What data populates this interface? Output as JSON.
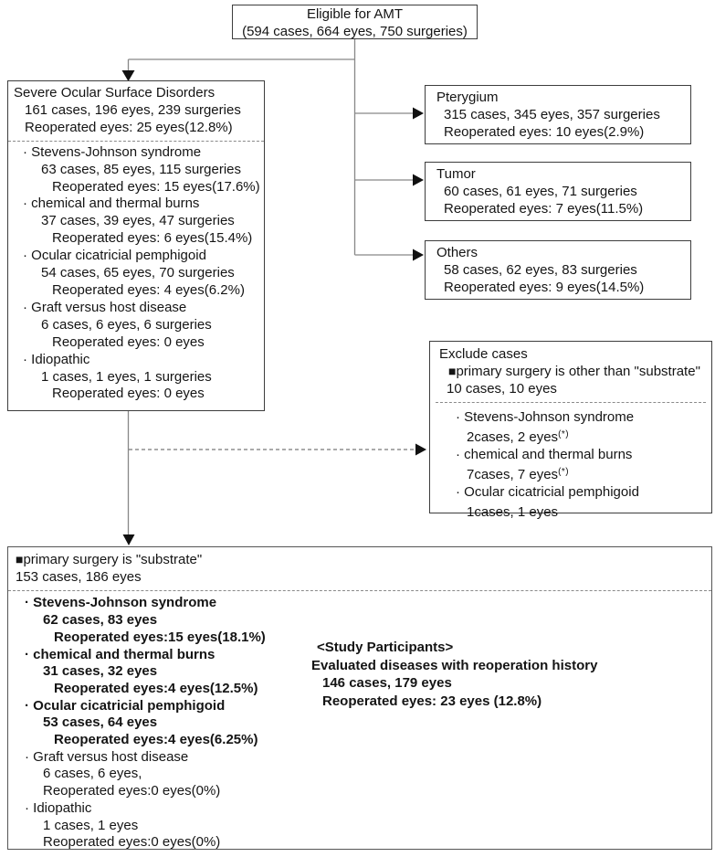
{
  "glyphs": {
    "bullet": "·",
    "square": "■"
  },
  "colors": {
    "box_border": "#3d3d3d",
    "connector": "#888888",
    "arrow": "#111111",
    "text": "#141414"
  },
  "top_box": {
    "title": "Eligible for AMT",
    "subtitle": "(594 cases, 664 eyes, 750 surgeries)"
  },
  "left_box": {
    "title": "Severe Ocular Surface Disorders",
    "stats": "161 cases, 196 eyes, 239 surgeries",
    "reop": "Reoperated eyes: 25 eyes(12.8%)",
    "items": [
      {
        "name": "Stevens-Johnson syndrome",
        "stats": "63 cases, 85 eyes, 115 surgeries",
        "reop": "Reoperated eyes: 15 eyes(17.6%)"
      },
      {
        "name": "chemical and thermal burns",
        "stats": "37 cases, 39 eyes, 47 surgeries",
        "reop": "Reoperated eyes: 6 eyes(15.4%)"
      },
      {
        "name": "Ocular cicatricial pemphigoid",
        "stats": "54 cases, 65 eyes, 70 surgeries",
        "reop": "Reoperated eyes: 4 eyes(6.2%)"
      },
      {
        "name": "Graft versus host disease",
        "stats": "6 cases, 6 eyes, 6 surgeries",
        "reop": "Reoperated eyes: 0 eyes"
      },
      {
        "name": "Idiopathic",
        "stats": "1 cases, 1 eyes, 1 surgeries",
        "reop": "Reoperated eyes: 0 eyes"
      }
    ]
  },
  "right_boxes": [
    {
      "title": "Pterygium",
      "stats": "315 cases, 345 eyes, 357 surgeries",
      "reop": "Reoperated eyes: 10 eyes(2.9%)"
    },
    {
      "title": "Tumor",
      "stats": "60 cases, 61 eyes, 71 surgeries",
      "reop": "Reoperated eyes: 7 eyes(11.5%)"
    },
    {
      "title": "Others",
      "stats": "58 cases, 62 eyes, 83 surgeries",
      "reop": "Reoperated eyes: 9 eyes(14.5%)"
    }
  ],
  "exclude_box": {
    "title": "Exclude cases",
    "criteria": "primary surgery is other than \"substrate\"",
    "stats": "10 cases, 10 eyes",
    "items": [
      {
        "name": "Stevens-Johnson syndrome",
        "stats": "2cases, 2 eyes",
        "sup": "(*)"
      },
      {
        "name": "chemical and thermal burns",
        "stats": "7cases, 7 eyes",
        "sup": "(*)"
      },
      {
        "name": "Ocular cicatricial pemphigoid",
        "stats": "1cases, 1 eyes",
        "sup": ""
      }
    ]
  },
  "bottom_box": {
    "criteria": "primary surgery is \"substrate\"",
    "stats": "153 cases, 186 eyes",
    "bold_items": [
      {
        "name": "Stevens-Johnson syndrome",
        "stats": "62 cases, 83 eyes",
        "reop": "Reoperated eyes:15 eyes(18.1%)"
      },
      {
        "name": "chemical and thermal burns",
        "stats": "31 cases, 32 eyes",
        "reop": "Reoperated eyes:4 eyes(12.5%)"
      },
      {
        "name": "Ocular cicatricial pemphigoid",
        "stats": "53 cases, 64 eyes",
        "reop": "Reoperated eyes:4 eyes(6.25%)"
      }
    ],
    "normal_items": [
      {
        "name": "Graft versus host disease",
        "stats": "6 cases, 6 eyes,",
        "reop": "Reoperated eyes:0 eyes(0%)"
      },
      {
        "name": "Idiopathic",
        "stats": "1 cases, 1 eyes",
        "reop": "Reoperated eyes:0 eyes(0%)"
      }
    ],
    "study": {
      "heading": "<Study Participants>",
      "line1": "Evaluated diseases with reoperation history",
      "line2": "146 cases, 179 eyes",
      "line3": "Reoperated eyes: 23 eyes (12.8%)"
    }
  }
}
